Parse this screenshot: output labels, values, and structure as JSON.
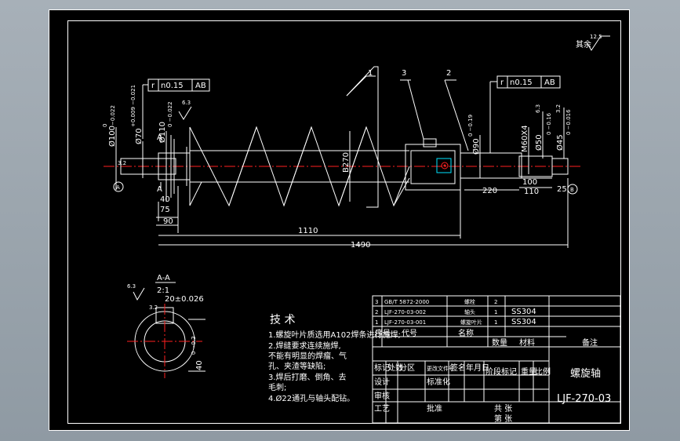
{
  "drawing": {
    "labels": {
      "part1": "1",
      "part2": "2",
      "part3": "3",
      "roughness_note": "其余",
      "roughness_value": "12.5",
      "roughness_local": "6.3",
      "roughness_local2": "6.3",
      "roughness_local3": "3.2",
      "roughness_local4": "3.2",
      "tol_r": "r",
      "tol_value": "n0.15",
      "tol_ref": "AB",
      "tol_r2": "r",
      "tol_value2": "n0.15",
      "tol_ref2": "AB",
      "dia_100": "Ø100",
      "dia_100_tol_upper": "0",
      "dia_100_tol_lower": "−0.022",
      "dia_70": "Ø70",
      "dia_70_tol": "+0.009 −0.021",
      "dia_110": "Ø110",
      "dia_110_tol": "0 −0.022",
      "dia_90": "Ø90",
      "dia_90_tol": "0 −0.19",
      "m60": "M60X4",
      "dia_50": "Ø50",
      "dia_50_tol": "0 −0.16",
      "dia_45": "Ø45",
      "dia_45_tol": "0 −0.016",
      "b270": "B270",
      "section_a": "A",
      "datum_a": "A",
      "datum_b": "B",
      "dim_40": "40",
      "dim_75": "75",
      "dim_90": "90",
      "dim_1110": "1110",
      "dim_1490": "1490",
      "dim_220": "220",
      "dim_100": "100",
      "dim_110": "110",
      "dim_25": "25"
    },
    "section": {
      "title": "A-A",
      "scale": "2:1",
      "width_dim": "20±0.026",
      "depth_dim": "40",
      "depth_tol": "0 −0.2",
      "roughness": "6.3",
      "roughness2": "3.2"
    },
    "notes": {
      "title": "技 术",
      "lines": [
        "1.螺旋叶片质选用A102焊条进行施焊;",
        "2.焊缝要求连续施焊,",
        "不能有明显的焊瘤、气",
        "孔、夹渣等缺陷;",
        "3.焊后打磨、倒角、去",
        "毛刺;",
        "4.Ø22通孔与轴头配钻。"
      ]
    },
    "bom": {
      "rows": [
        {
          "no": "3",
          "code": "GB/T 5872-2000",
          "name": "螺栓",
          "qty": "2",
          "material": ""
        },
        {
          "no": "2",
          "code": "LJF-270-03-002",
          "name": "轴头",
          "qty": "1",
          "material": "SS304"
        },
        {
          "no": "1",
          "code": "LJF-270-03-001",
          "name": "螺旋叶片",
          "qty": "1",
          "material": "SS304"
        }
      ],
      "header": {
        "no": "序号",
        "code": "代号",
        "name": "名称",
        "qty": "数量",
        "material": "材料",
        "remarks": "备注"
      }
    },
    "title_block": {
      "labels": [
        "标记",
        "处数",
        "分区",
        "更改文件号",
        "签名",
        "年月日",
        "设计",
        "标准化",
        "阶段标记",
        "重量",
        "比例",
        "审核",
        "工艺",
        "批准"
      ],
      "part_name": "螺旋轴",
      "drawing_no": "LJF-270-03",
      "sheet_total": "共  张",
      "sheet_no": "第  张"
    }
  }
}
